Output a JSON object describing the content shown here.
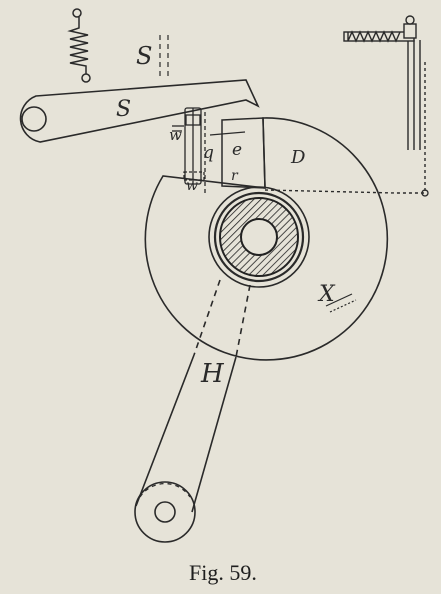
{
  "labels": {
    "S_top": "S",
    "S_lever": "S",
    "w_upper": "w",
    "q": "q",
    "e": "e",
    "r": "r",
    "w_lower": "w",
    "D": "D",
    "X": "X",
    "H": "H"
  },
  "caption": "Fig. 59."
}
